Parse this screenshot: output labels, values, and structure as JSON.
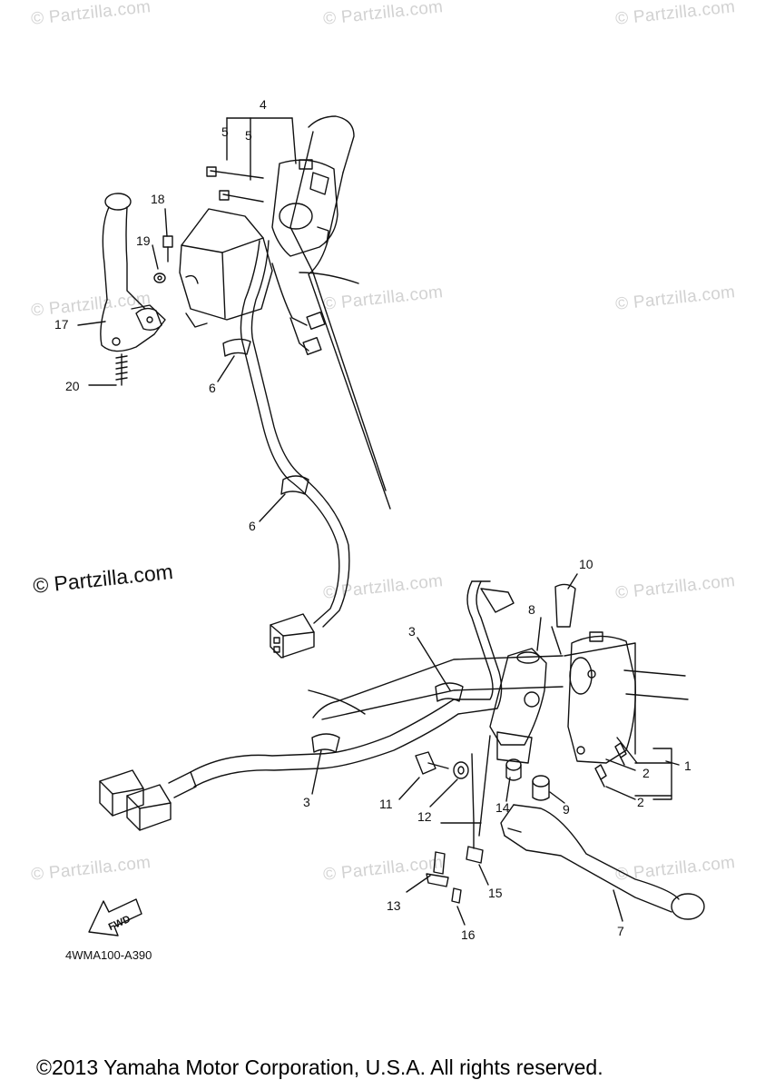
{
  "watermark_text": "© Partzilla.com",
  "main_watermark_text": "© Partzilla.com",
  "part_numbers": [
    "1",
    "2",
    "2",
    "3",
    "3",
    "4",
    "5",
    "5",
    "6",
    "6",
    "7",
    "8",
    "9",
    "10",
    "11",
    "12",
    "13",
    "14",
    "15",
    "16",
    "17",
    "18",
    "19",
    "20"
  ],
  "diagram_code": "4WMA100-A390",
  "fwd_label": "FWD",
  "copyright": "©2013 Yamaha Motor Corporation, U.S.A. All rights reserved."
}
